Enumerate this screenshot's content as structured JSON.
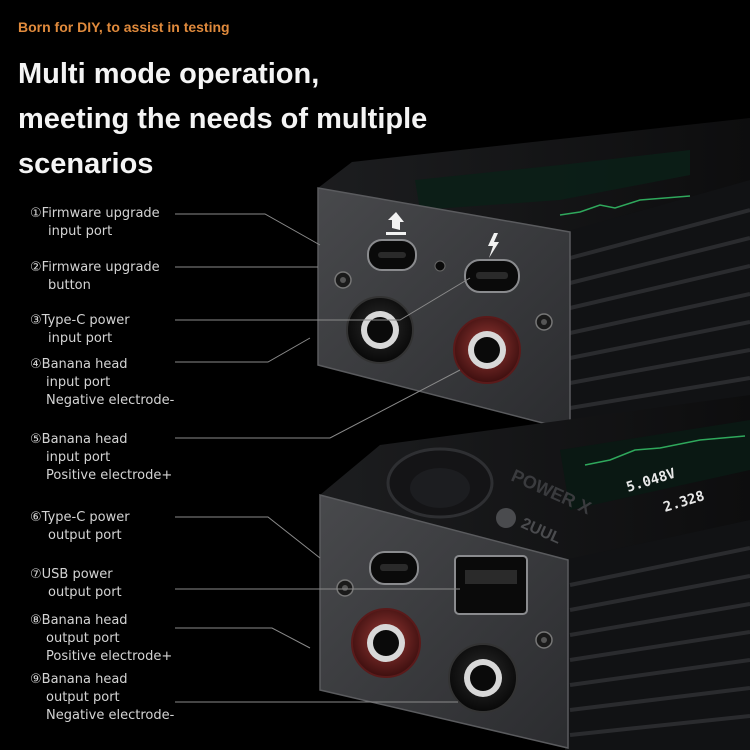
{
  "tagline": "Born for DIY, to assist in testing",
  "headline": [
    "Multi mode operation,",
    "meeting the needs of multiple",
    "scenarios"
  ],
  "ports": [
    {
      "num": "①",
      "lines": [
        "Firmware upgrade",
        "input port"
      ]
    },
    {
      "num": "②",
      "lines": [
        "Firmware upgrade",
        "button"
      ]
    },
    {
      "num": "③",
      "lines": [
        "Type-C power",
        "input port"
      ]
    },
    {
      "num": "④",
      "lines": [
        "Banana head",
        "input port",
        "Negative electrode-"
      ]
    },
    {
      "num": "⑤",
      "lines": [
        "Banana head",
        "input port",
        "Positive electrode+"
      ]
    },
    {
      "num": "⑥",
      "lines": [
        "Type-C power",
        "output port"
      ]
    },
    {
      "num": "⑦",
      "lines": [
        "USB power",
        "output port"
      ]
    },
    {
      "num": "⑧",
      "lines": [
        "Banana head",
        "output port",
        "Positive electrode+"
      ]
    },
    {
      "num": "⑨",
      "lines": [
        "Banana head",
        "output port",
        "Negative electrode-"
      ]
    }
  ],
  "device": {
    "brand_logo": "2UUL",
    "model_name": "POWER X",
    "screen_readings": [
      "5.048V",
      "2.328"
    ]
  },
  "colors": {
    "accent": "#e08a3c",
    "chassis": "#3a3b3e",
    "terminal_red": "#6e1f1f",
    "terminal_black": "#141414"
  }
}
